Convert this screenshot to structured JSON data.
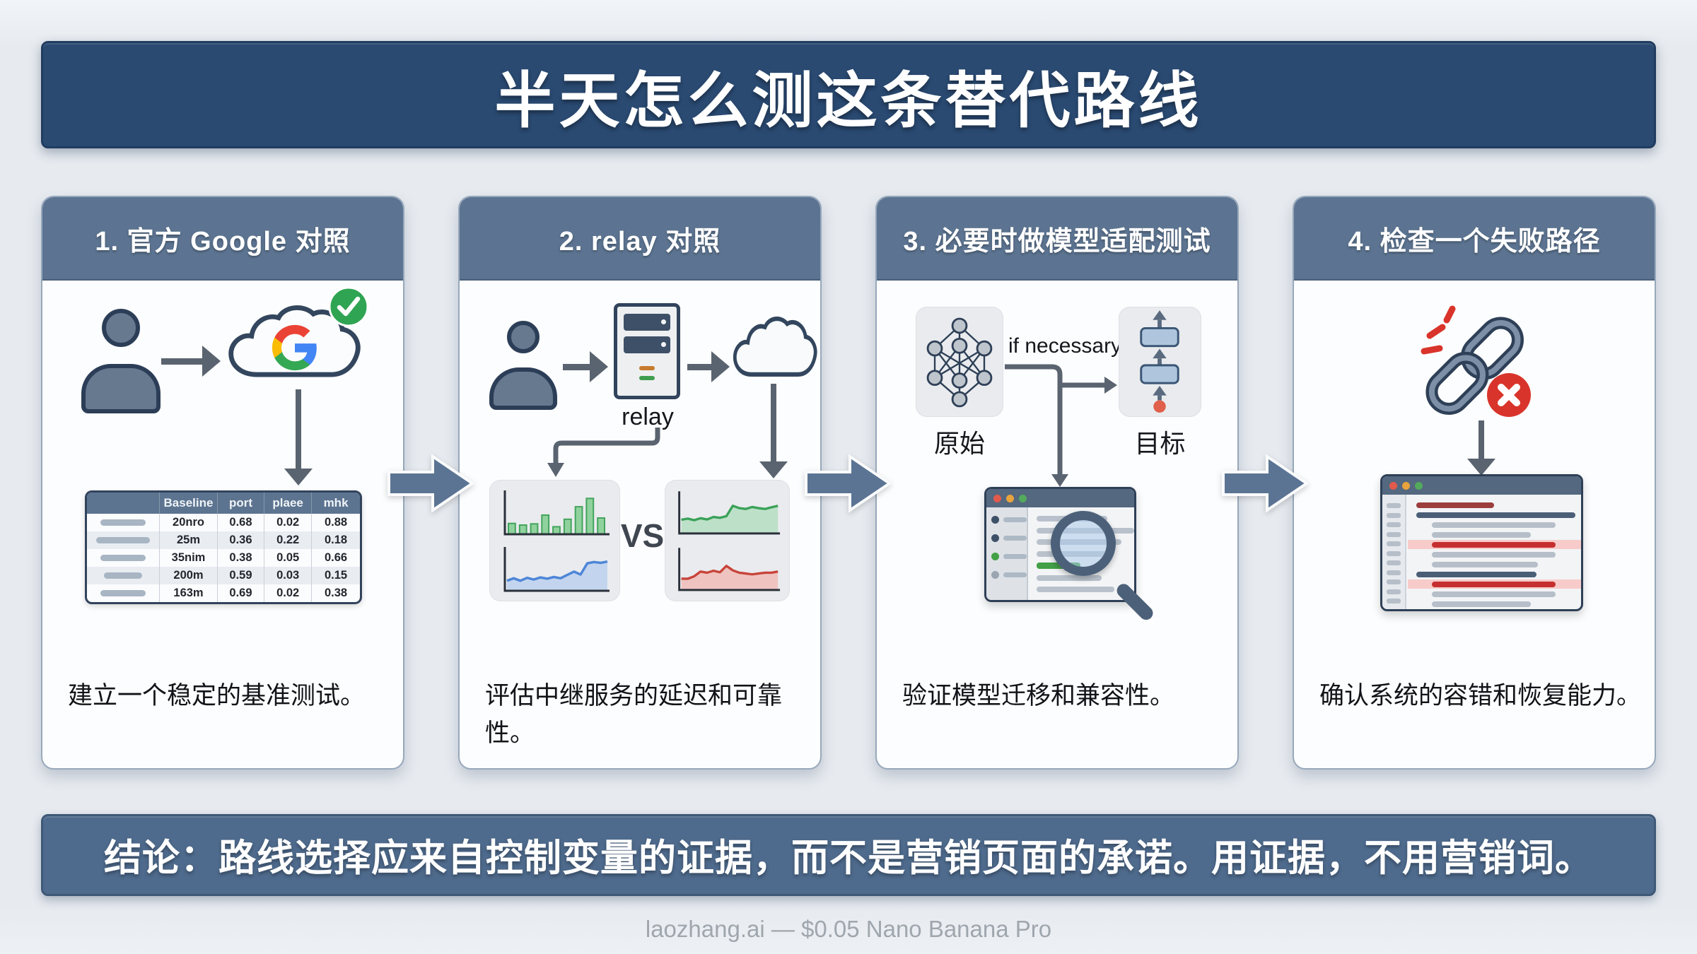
{
  "page": {
    "title": "半天怎么测这条替代路线",
    "conclusion": "结论：路线选择应来自控制变量的证据，而不是营销页面的承诺。用证据，不用营销词。",
    "footer": "laozhang.ai — $0.05 Nano Banana Pro"
  },
  "colors": {
    "title_bar": "#2A4A72",
    "panel_header": "#5C7491",
    "bottom_bar": "#4E6A8C",
    "flow_arrow": "#5B7493",
    "success_green": "#2FA452",
    "error_red": "#D9342B",
    "google_blue": "#4285F4",
    "google_red": "#EA4335",
    "google_yellow": "#FBBC05",
    "google_green": "#34A853"
  },
  "panels": [
    {
      "header": "1. 官方 Google 对照",
      "caption": "建立一个稳定的基准测试。",
      "table": {
        "headers": [
          "",
          "Baseline",
          "port",
          "plaee",
          "mhk"
        ],
        "rows": [
          [
            "20nro",
            "0.68",
            "0.02",
            "0.88"
          ],
          [
            "25m",
            "0.36",
            "0.22",
            "0.18"
          ],
          [
            "35nim",
            "0.38",
            "0.05",
            "0.66"
          ],
          [
            "200m",
            "0.59",
            "0.03",
            "0.15"
          ],
          [
            "163m",
            "0.69",
            "0.02",
            "0.38"
          ]
        ]
      }
    },
    {
      "header": "2. relay 对照",
      "caption": "评估中继服务的延迟和可靠性。",
      "relay_label": "relay",
      "vs_label": "VS"
    },
    {
      "header": "3. 必要时做模型适配测试",
      "caption": "验证模型迁移和兼容性。",
      "if_necessary_label": "if necessary",
      "source_label": "原始",
      "target_label": "目标"
    },
    {
      "header": "4. 检查一个失败路径",
      "caption": "确认系统的容错和恢复能力。"
    }
  ],
  "chart_data": [
    {
      "id": "relay-left-top",
      "type": "bar",
      "values": [
        2.6,
        2.2,
        2.5,
        4.6,
        1.8,
        3.6,
        6.6,
        8.6,
        3.9
      ],
      "color": "#44A45C",
      "fill": "#90D29E"
    },
    {
      "id": "relay-left-bottom",
      "type": "area",
      "values": [
        2.4,
        3.0,
        2.4,
        3.1,
        2.7,
        3.2,
        2.9,
        3.3,
        3.0,
        3.8,
        4.6,
        3.9,
        6.6,
        6.9,
        6.7,
        7.0
      ],
      "color": "#4E86D8",
      "fill": "#C3D5EE"
    },
    {
      "id": "relay-right-top",
      "type": "area",
      "values": [
        3.4,
        3.7,
        3.3,
        3.8,
        3.5,
        4.1,
        3.9,
        4.3,
        6.9,
        6.3,
        6.1,
        6.6,
        6.3,
        6.1,
        6.5,
        6.9
      ],
      "color": "#3BA159",
      "fill": "#BCE0C8"
    },
    {
      "id": "relay-right-bottom",
      "type": "area",
      "values": [
        2.8,
        2.8,
        3.4,
        4.6,
        4.3,
        4.8,
        4.4,
        6.0,
        4.9,
        4.3,
        4.1,
        3.9,
        4.1,
        4.3,
        4.3,
        4.6
      ],
      "color": "#C8443A",
      "fill": "#EFC4C0"
    }
  ]
}
